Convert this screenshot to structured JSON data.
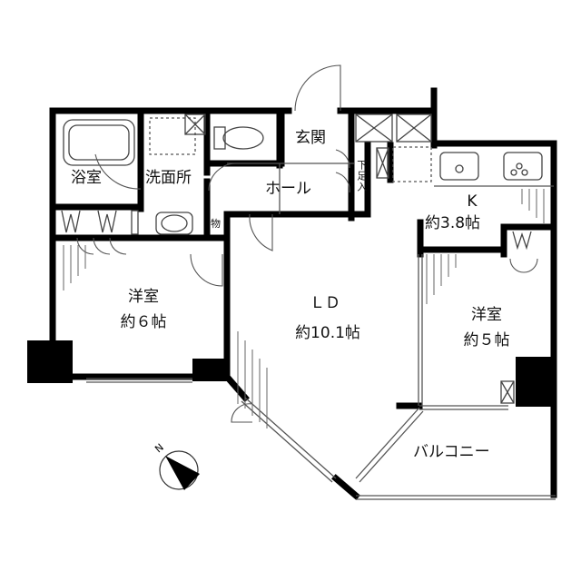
{
  "floor_plan": {
    "rooms": [
      {
        "id": "bath",
        "name": "浴室"
      },
      {
        "id": "washroom",
        "name": "洗面所"
      },
      {
        "id": "entrance",
        "name": "玄関"
      },
      {
        "id": "hall",
        "name": "ホール"
      },
      {
        "id": "shoe_storage",
        "name": "下足入"
      },
      {
        "id": "storage",
        "name": "物"
      },
      {
        "id": "kitchen",
        "name": "K",
        "size": "約3.8帖"
      },
      {
        "id": "western_room_1",
        "name": "洋室",
        "size": "約６帖"
      },
      {
        "id": "living_dining",
        "name": "ＬＤ",
        "size": "約10.1帖"
      },
      {
        "id": "western_room_2",
        "name": "洋室",
        "size": "約５帖"
      },
      {
        "id": "balcony",
        "name": "バルコニー"
      }
    ],
    "compass": {
      "label": "N"
    },
    "colors": {
      "wall": "#000000",
      "line": "#555555",
      "background": "#ffffff"
    }
  }
}
